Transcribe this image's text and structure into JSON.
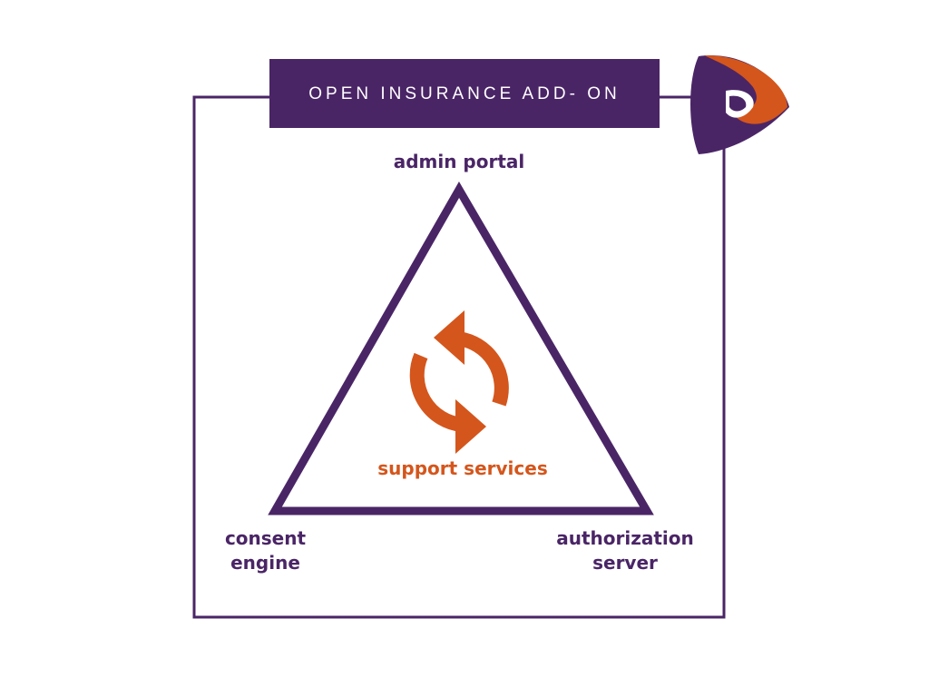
{
  "banner": {
    "title": "OPEN INSURANCE ADD- ON"
  },
  "nodes": {
    "top": "admin portal",
    "bottom_left": "consent\nengine",
    "bottom_right": "authorization\nserver",
    "center": "support services"
  },
  "icons": {
    "logo": "brand-logo-icon",
    "center": "refresh-cycle-icon"
  },
  "colors": {
    "primary": "#4a2566",
    "accent": "#d4561c",
    "background": "#ffffff",
    "banner_text": "#ffffff"
  }
}
